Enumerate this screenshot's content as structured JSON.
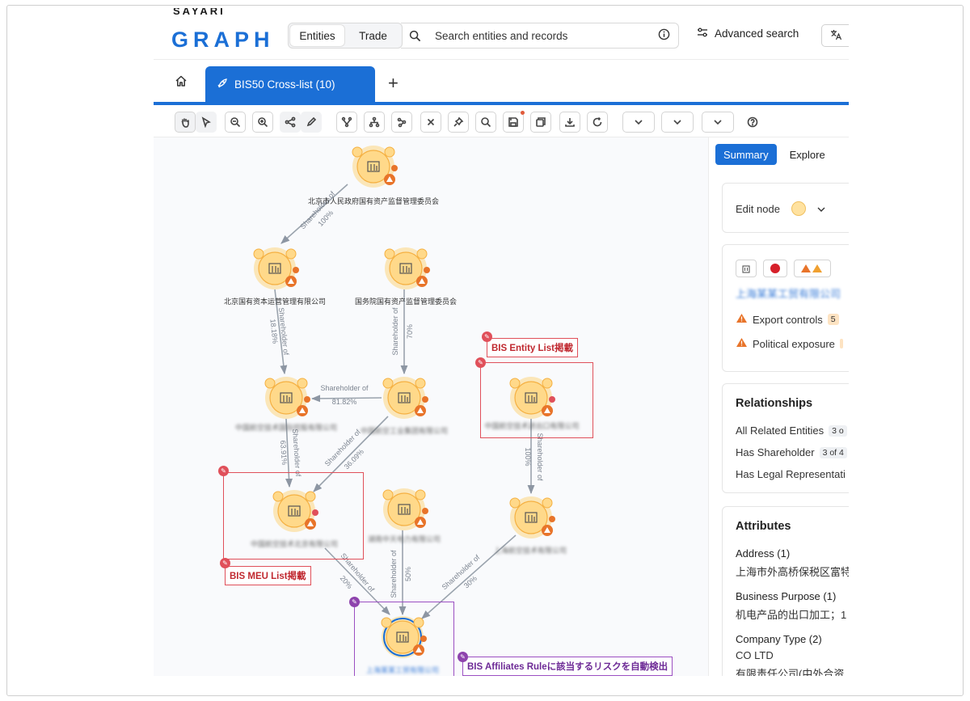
{
  "brand": {
    "top_text": "SAYARI",
    "name": "GRAPH"
  },
  "header": {
    "segments": [
      {
        "label": "Entities",
        "active": true
      },
      {
        "label": "Trade",
        "active": false
      }
    ],
    "search_placeholder": "Search entities and records",
    "advanced_search_label": "Advanced search"
  },
  "tabs": {
    "active_label": "BIS50 Cross-list (10)",
    "add_label": "+"
  },
  "graph": {
    "nodes": [
      {
        "id": "n1",
        "label": "北京市人民政府国有资产监督管理委员会",
        "blurred": false
      },
      {
        "id": "n2",
        "label": "北京国有资本运营管理有限公司",
        "blurred": false
      },
      {
        "id": "n3",
        "label": "国务院国有资产监督管理委员会",
        "blurred": false
      },
      {
        "id": "n4",
        "label": "中国航空技术国际控股有限公司",
        "blurred": true
      },
      {
        "id": "n5",
        "label": "中国航空工业集团有限公司",
        "blurred": true
      },
      {
        "id": "n6",
        "label": "中国航空技术北京有限公司",
        "blurred": true
      },
      {
        "id": "n7",
        "label": "中国航空技术进出口有限公司",
        "blurred": true
      },
      {
        "id": "n8",
        "label": "湖南中天电力有限公司",
        "blurred": true
      },
      {
        "id": "n9",
        "label": "上海航空技术有限公司",
        "blurred": true
      },
      {
        "id": "n10",
        "label": "上海某某工贸有限公司",
        "blurred": true
      }
    ],
    "edges": [
      {
        "label": "Shareholder of",
        "pct": "100%"
      },
      {
        "label": "Shareholder of",
        "pct": "18.18%"
      },
      {
        "label": "Shareholder of",
        "pct": "70%"
      },
      {
        "label": "Shareholder of",
        "pct": "81.82%"
      },
      {
        "label": "Shareholder of",
        "pct": "63.91%"
      },
      {
        "label": "Shareholder of",
        "pct": "36.09%"
      },
      {
        "label": "Shareholder of",
        "pct": "100%"
      },
      {
        "label": "Shareholder of",
        "pct": "20%"
      },
      {
        "label": "Shareholder of",
        "pct": "50%"
      },
      {
        "label": "Shareholder of",
        "pct": "30%"
      }
    ],
    "annotations": {
      "entity_list": "BIS Entity List掲載",
      "meu_list": "BIS MEU List掲載",
      "affiliates_rule": "BIS Affiliates Ruleに該当するリスクを自動検出"
    }
  },
  "panel": {
    "tabs": [
      {
        "label": "Summary",
        "active": true
      },
      {
        "label": "Explore",
        "active": false
      }
    ],
    "edit_node_label": "Edit node",
    "entity_name": "上海某某工贸有限公司",
    "risks": [
      {
        "label": "Export controls",
        "count": "5"
      },
      {
        "label": "Political exposure",
        "count": ""
      }
    ],
    "relationships": {
      "title": "Relationships",
      "items": [
        {
          "label": "All Related Entities",
          "count": "3 o"
        },
        {
          "label": "Has Shareholder",
          "count": "3 of 4"
        },
        {
          "label": "Has Legal Representati",
          "count": ""
        }
      ]
    },
    "attributes": {
      "title": "Attributes",
      "items": [
        {
          "key": "Address (1)",
          "value": "上海市外高桥保税区富特"
        },
        {
          "key": "Business Purpose (1)",
          "value": "机电产品的出口加工；1"
        },
        {
          "key": "Company Type (2)",
          "value": "CO LTD",
          "value2": "有限责任公司(中外合资"
        }
      ]
    }
  },
  "colors": {
    "accent": "#1b6fd6",
    "node_fill": "#ffd98a",
    "node_ring": "#f5b041",
    "risk": "#e8742a",
    "list_red": "#e0505a",
    "rule_purple": "#9b4fc2"
  }
}
